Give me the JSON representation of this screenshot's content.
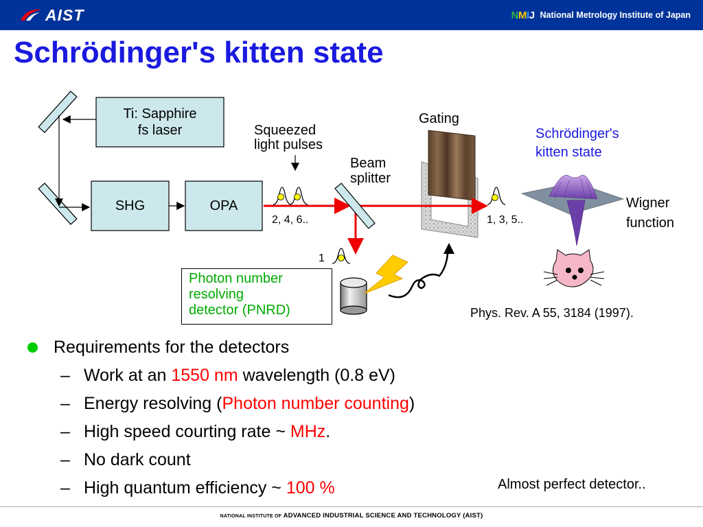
{
  "header": {
    "aist_logo": "AIST",
    "nmij_logo": "NMIJ",
    "institute": "National Metrology Institute of Japan"
  },
  "title": "Schrödinger's kitten state",
  "diagram": {
    "laser_line1": "Ti: Sapphire",
    "laser_line2": "fs laser",
    "shg": "SHG",
    "opa": "OPA",
    "squeezed_line1": "Squeezed",
    "squeezed_line2": "light pulses",
    "beam_line1": "Beam",
    "beam_line2": "splitter",
    "gating": "Gating",
    "pulses_even": "2, 4, 6..",
    "pulses_odd": "1, 3, 5..",
    "pulse_one": "1",
    "kitten_line1": "Schrödinger's",
    "kitten_line2": "kitten state",
    "wigner_line1": "Wigner",
    "wigner_line2": "function",
    "pnrd_line1": "Photon number",
    "pnrd_line2": "resolving",
    "pnrd_line3": "detector (PNRD)",
    "reference": "Phys. Rev. A 55, 3184 (1997)."
  },
  "bullets": {
    "main": "Requirements for the detectors",
    "items": [
      {
        "dash": "–",
        "pre": "Work at an ",
        "hl": "1550 nm",
        "post": " wavelength (0.8 eV)"
      },
      {
        "dash": "–",
        "pre": "Energy resolving (",
        "hl": "Photon number counting",
        "post": ")"
      },
      {
        "dash": "–",
        "pre": "High speed courting rate ~ ",
        "hl": "MHz",
        "post": "."
      },
      {
        "dash": "–",
        "pre": "No dark count",
        "hl": "",
        "post": ""
      },
      {
        "dash": "–",
        "pre": "High quantum efficiency ~ ",
        "hl": "100 %",
        "post": ""
      }
    ]
  },
  "note": "Almost perfect detector..",
  "footer": {
    "prefix": "NATIONAL INSTITUTE OF",
    "name": "ADVANCED INDUSTRIAL SCIENCE AND TECHNOLOGY (AIST)"
  },
  "colors": {
    "header_bg": "#003399",
    "title": "#1a1adf",
    "beam": "#ee0000",
    "pnrd_text": "#00aa00",
    "highlight": "#ff0000",
    "box_fill": "#cce8ec"
  }
}
